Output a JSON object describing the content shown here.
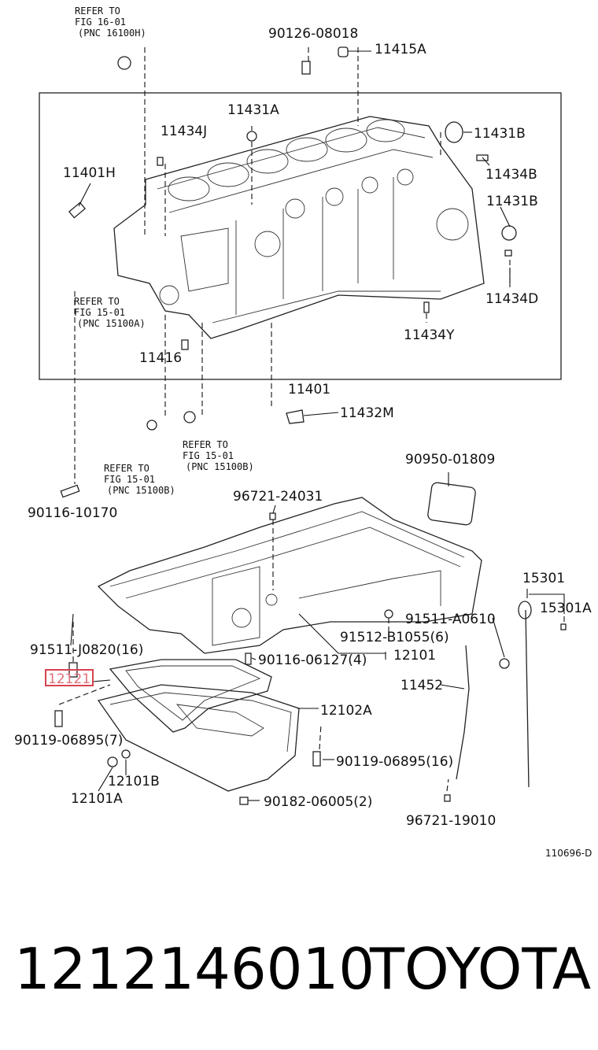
{
  "diagram": {
    "block_labels": {
      "refer_16_1": "REFER TO",
      "refer_16_2": "FIG 16-01",
      "refer_16_3": "(PNC 16100H)",
      "refer_15a_1": "REFER TO",
      "refer_15a_2": "FIG 15-01",
      "refer_15a_3": "(PNC 15100A)",
      "p90126": "90126-08018",
      "p11415A": "11415A",
      "p11431A": "11431A",
      "p11434J": "11434J",
      "p11431B_1": "11431B",
      "p11434B": "11434B",
      "p11401H": "11401H",
      "p11431B_2": "11431B",
      "p11434D": "11434D",
      "p11434Y": "11434Y",
      "p11416": "11416",
      "p11401": "11401",
      "p11432M": "11432M"
    },
    "pan_labels": {
      "refer_15b1_1": "REFER TO",
      "refer_15b1_2": "FIG 15-01",
      "refer_15b1_3": "(PNC 15100B)",
      "refer_15b2_1": "REFER TO",
      "refer_15b2_2": "FIG 15-01",
      "refer_15b2_3": "(PNC 15100B)",
      "p90950": "90950-01809",
      "p90116_10170": "90116-10170",
      "p96721_24031": "96721-24031",
      "p15301": "15301",
      "p15301A": "15301A",
      "p91511_A0610": "91511-A0610",
      "p91512": "91512-B1055(6)",
      "p91511_J0820": "91511-J0820(16)",
      "p90116_06127": "90116-06127(4)",
      "p12101": "12101",
      "p12121": "12121",
      "p11452": "11452",
      "p12102A": "12102A",
      "p90119_7": "90119-06895(7)",
      "p90119_16": "90119-06895(16)",
      "p12101B": "12101B",
      "p12101A": "12101A",
      "p90182": "90182-06005(2)",
      "p96721_19010": "96721-19010",
      "diagram_code": "110696-D"
    },
    "highlight_color": "#e0707a"
  },
  "footer": {
    "part_number": "1212146010",
    "brand": "TOYOTA"
  }
}
